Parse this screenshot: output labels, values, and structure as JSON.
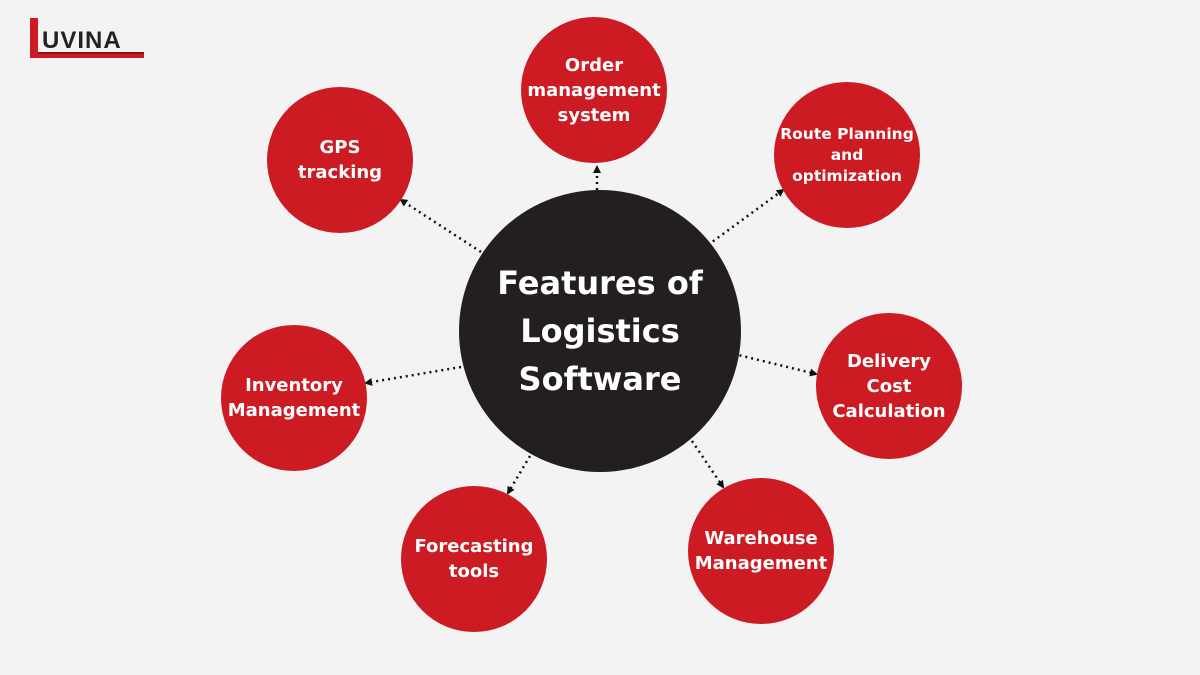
{
  "logo": {
    "text": "UVINA"
  },
  "hub": {
    "title": "Features of\nLogistics\nSoftware"
  },
  "colors": {
    "background": "#f3f3f3",
    "hub": "#231f20",
    "node": "#cc1b22",
    "arrow": "#111111"
  },
  "nodes": [
    {
      "label": "Order\nmanagement\nsystem"
    },
    {
      "label": "Route Planning\nand\noptimization"
    },
    {
      "label": "Delivery\nCost\nCalculation"
    },
    {
      "label": "Warehouse\nManagement"
    },
    {
      "label": "Forecasting\ntools"
    },
    {
      "label": "Inventory\nManagement"
    },
    {
      "label": "GPS\ntracking"
    }
  ]
}
